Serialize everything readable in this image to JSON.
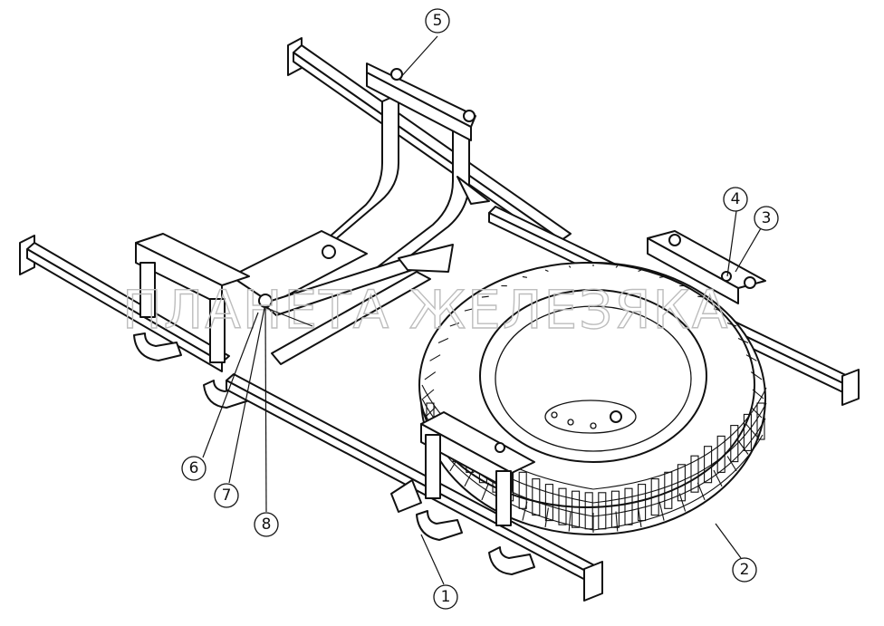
{
  "watermark": "ПЛАНЕТА ЖЕЛЕЗЯКА",
  "callouts": [
    {
      "id": "1",
      "label": "1"
    },
    {
      "id": "2",
      "label": "2"
    },
    {
      "id": "3",
      "label": "3"
    },
    {
      "id": "4",
      "label": "4"
    },
    {
      "id": "5",
      "label": "5"
    },
    {
      "id": "6",
      "label": "6"
    },
    {
      "id": "7",
      "label": "7"
    },
    {
      "id": "8",
      "label": "8"
    }
  ],
  "colors": {
    "line": "#111111",
    "watermark": "#bdbdbd",
    "background": "#ffffff"
  }
}
